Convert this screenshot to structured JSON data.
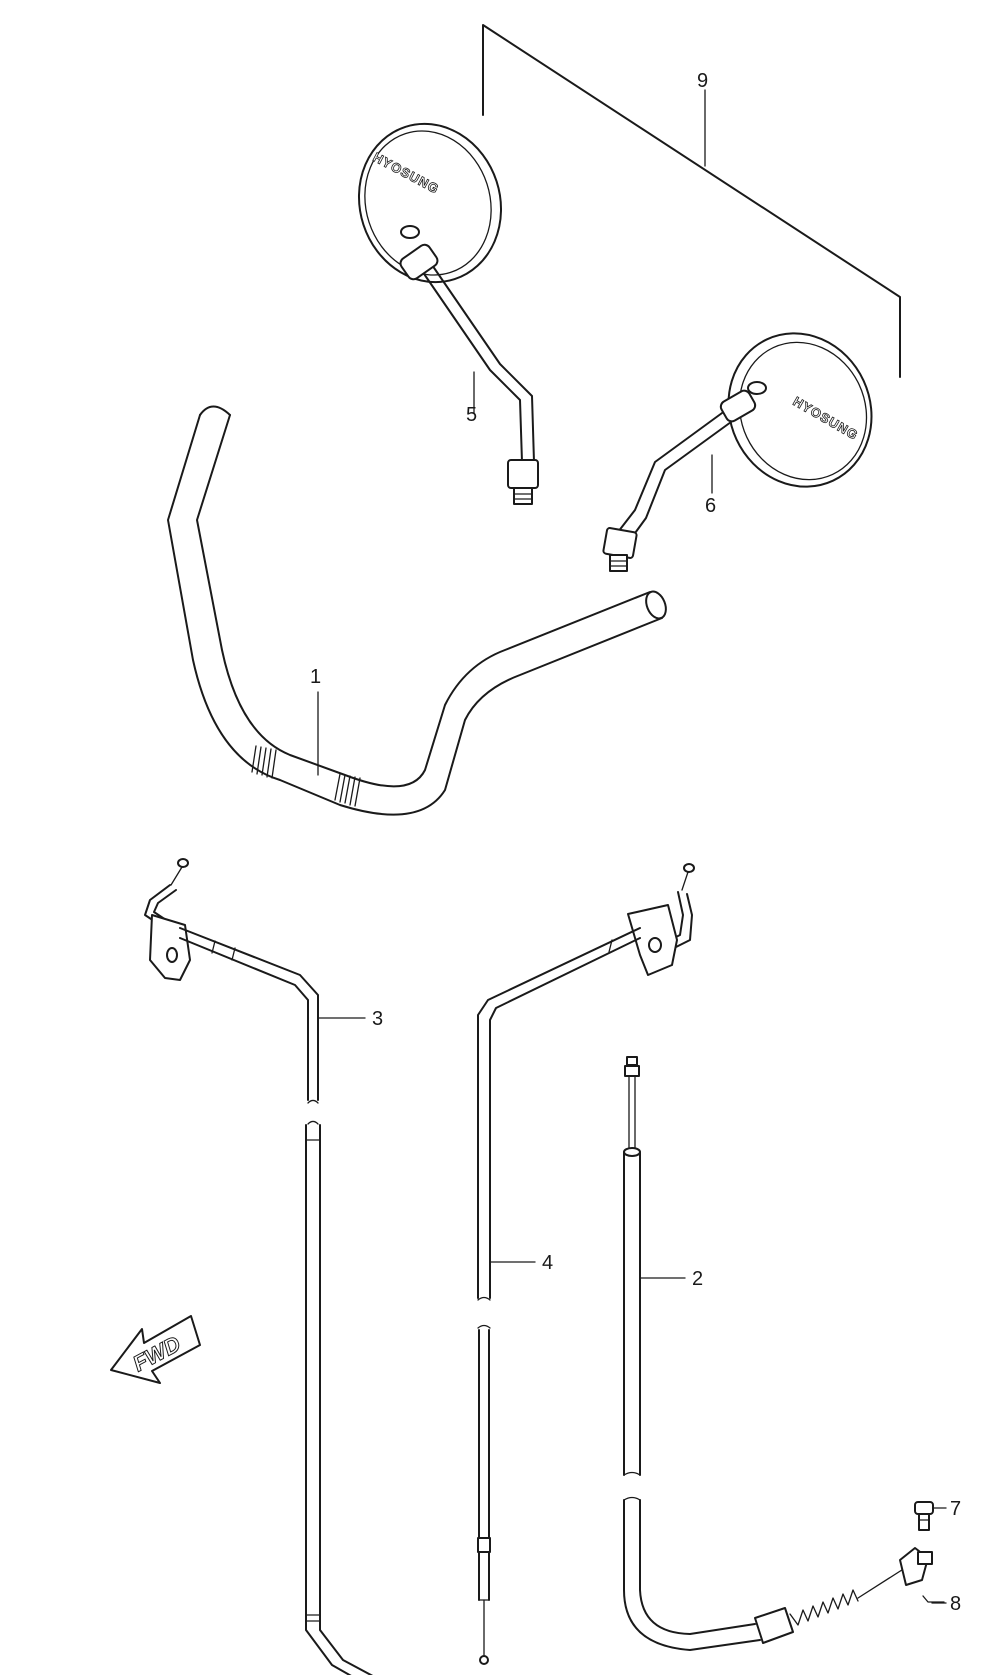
{
  "callouts": [
    {
      "id": "1",
      "label": "1"
    },
    {
      "id": "2",
      "label": "2"
    },
    {
      "id": "3",
      "label": "3"
    },
    {
      "id": "4",
      "label": "4"
    },
    {
      "id": "5",
      "label": "5"
    },
    {
      "id": "6",
      "label": "6"
    },
    {
      "id": "7",
      "label": "7"
    },
    {
      "id": "8",
      "label": "8"
    },
    {
      "id": "9",
      "label": "9"
    }
  ],
  "mirror_left_brand": "HYOSUNG",
  "mirror_right_brand": "HYOSUNG",
  "direction_arrow": {
    "label": "FWD",
    "icon": "arrow-left-icon"
  }
}
